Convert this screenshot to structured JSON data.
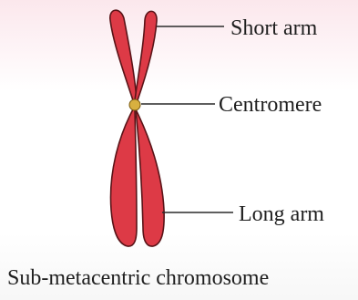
{
  "labels": {
    "short_arm": "Short arm",
    "centromere": "Centromere",
    "long_arm": "Long arm"
  },
  "caption": "Sub-metacentric chromosome",
  "colors": {
    "chromatid_fill": "#dd3a46",
    "chromatid_stroke": "#5a1418",
    "centromere": "#d8b040",
    "leader_line": "#2a2a2a"
  }
}
